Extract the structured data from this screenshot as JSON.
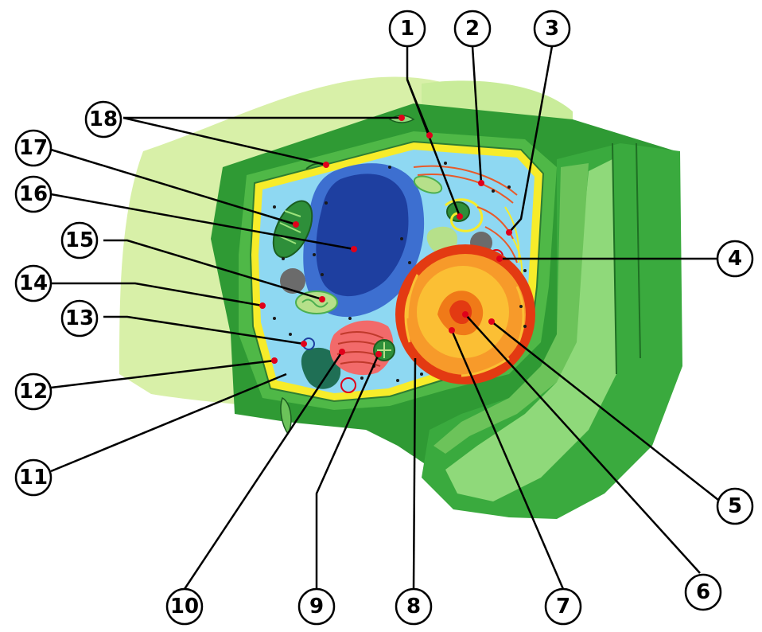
{
  "diagram": {
    "labels": [
      "1",
      "2",
      "3",
      "4",
      "5",
      "6",
      "7",
      "8",
      "9",
      "10",
      "11",
      "12",
      "13",
      "14",
      "15",
      "16",
      "17",
      "18"
    ],
    "colors": {
      "background_wall": "#d8f0a8",
      "cell_wall_outer": "#2f9a34",
      "cell_wall_mid": "#3aaa3e",
      "cell_wall_light": "#8fd97a",
      "plasma_membrane": "#f7ec2a",
      "cytoplasm": "#8ed8f2",
      "vacuole": "#3d6fd0",
      "vacuole_dark": "#1e3fa0",
      "nucleus_envelope": "#e33a12",
      "nucleus_inner": "#fbbf34",
      "nucleolus": "#f07a18",
      "golgi": "#f26a6a",
      "chloroplast": "#2e8f3a",
      "mitochondrion": "#b6e08a",
      "marker": "#e0001a"
    },
    "icons": [
      "cell-wall",
      "plasma-membrane",
      "vacuole",
      "nucleus",
      "nucleolus",
      "golgi-apparatus",
      "chloroplast",
      "mitochondrion",
      "ribosome",
      "plasmodesma"
    ]
  }
}
